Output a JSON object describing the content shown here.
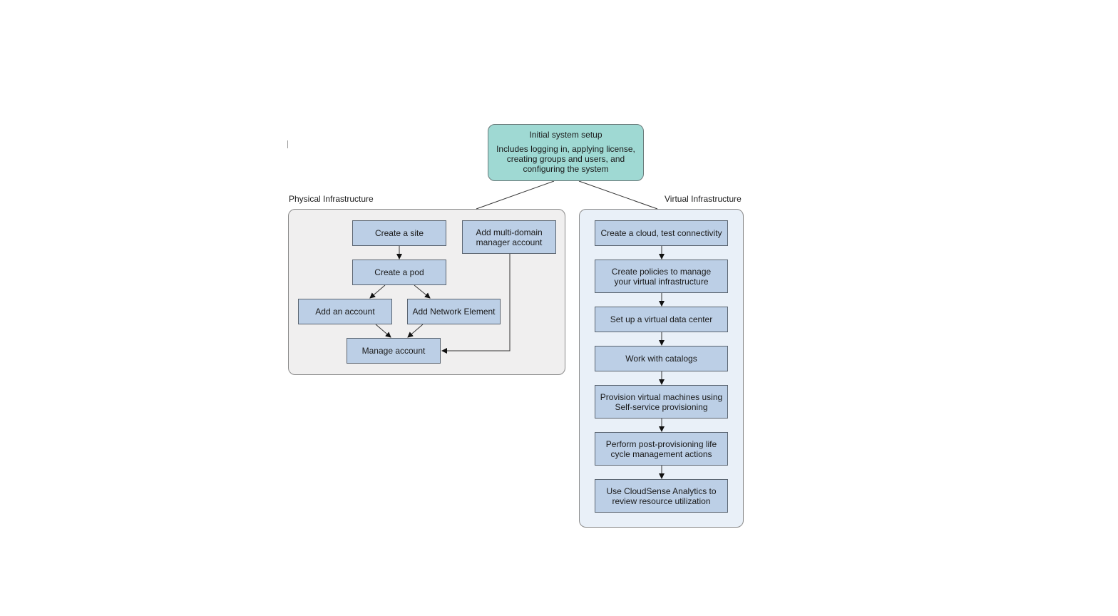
{
  "top": {
    "title": "Initial system setup",
    "description": "Includes logging in, applying license, creating groups and users, and configuring the system"
  },
  "physical": {
    "label": "Physical Infrastructure",
    "create_site": "Create a site",
    "create_pod": "Create a pod",
    "add_account": "Add an account",
    "add_network_element": "Add Network Element",
    "manage_account": "Manage account",
    "add_multi_domain": "Add multi-domain manager account"
  },
  "virtual": {
    "label": "Virtual Infrastructure",
    "steps": [
      "Create a cloud, test connectivity",
      "Create policies to manage your virtual infrastructure",
      "Set up a virtual data center",
      "Work with catalogs",
      "Provision virtual machines using Self-service provisioning",
      "Perform post-provisioning life cycle management actions",
      "Use CloudSense Analytics to review resource utilization"
    ]
  },
  "colors": {
    "step_fill": "#bccfe6",
    "top_fill": "#9fd9d3",
    "physical_bg": "#f0efef",
    "virtual_bg": "#e9f0f8"
  }
}
